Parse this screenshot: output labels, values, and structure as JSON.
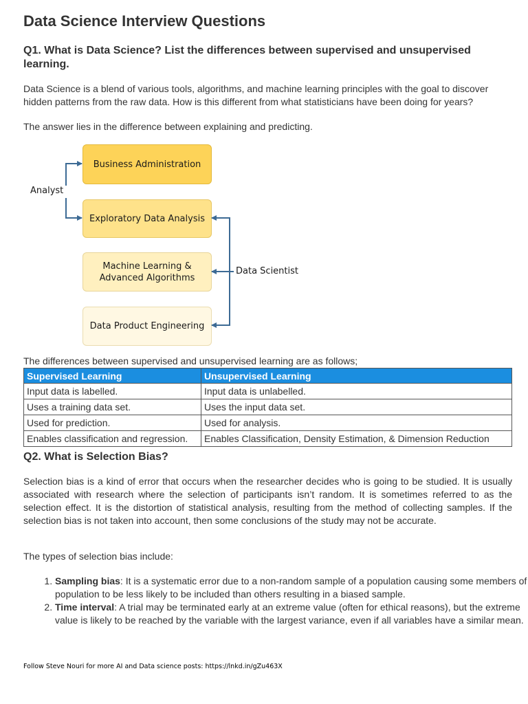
{
  "title": "Data Science Interview Questions",
  "q1": {
    "heading": "Q1. What is Data Science? List the differences between supervised and unsupervised learning.",
    "para1": "Data Science is a blend of various tools, algorithms, and machine learning principles with the goal to discover hidden patterns from the raw data. How is this different from what statisticians have been doing for years?",
    "para2": "The answer lies in the difference between explaining and predicting."
  },
  "diagram": {
    "analyst_label": "Analyst",
    "data_scientist_label": "Data Scientist",
    "boxes": [
      "Business Administration",
      "Exploratory Data Analysis",
      "Machine Learning & Advanced Algorithms",
      "Data Product Engineering"
    ],
    "colors": [
      "#fdd358",
      "#fee28a",
      "#fff0bf",
      "#fff8e3"
    ],
    "arrow_color": "#3c6a94"
  },
  "table_intro": "The differences between supervised and unsupervised learning are as follows;",
  "table": {
    "header_color": "#1b8ee0",
    "headers": [
      "Supervised Learning",
      "Unsupervised Learning"
    ],
    "rows": [
      [
        "Input data is labelled.",
        "Input data is unlabelled."
      ],
      [
        "Uses a training data set.",
        "Uses the input data set."
      ],
      [
        "Used for prediction.",
        "Used for analysis."
      ],
      [
        "Enables classification and regression.",
        "Enables Classification, Density Estimation, & Dimension Reduction"
      ]
    ]
  },
  "q2": {
    "heading": "Q2. What is Selection Bias?",
    "para1": "Selection bias is a kind of error that occurs when the researcher decides who is going to be studied. It is usually associated with research where the selection of participants isn’t random. It is sometimes referred to as the selection effect. It is the distortion of statistical analysis, resulting from the method of collecting samples. If the selection bias is not taken into account, then some conclusions of the study may not be accurate.",
    "para2": "The types of selection bias include:",
    "items": [
      {
        "term": "Sampling bias",
        "text": ": It is a systematic error due to a non-random sample of a population causing some members of the population to be less likely to be included than others resulting in a biased sample."
      },
      {
        "term": "Time interval",
        "text": ": A trial may be terminated early at an extreme value (often for ethical reasons), but the extreme value is likely to be reached by the variable with the largest variance, even if all variables have a similar mean."
      }
    ]
  },
  "footer": "Follow Steve Nouri for more AI and Data science posts: https://lnkd.in/gZu463X"
}
